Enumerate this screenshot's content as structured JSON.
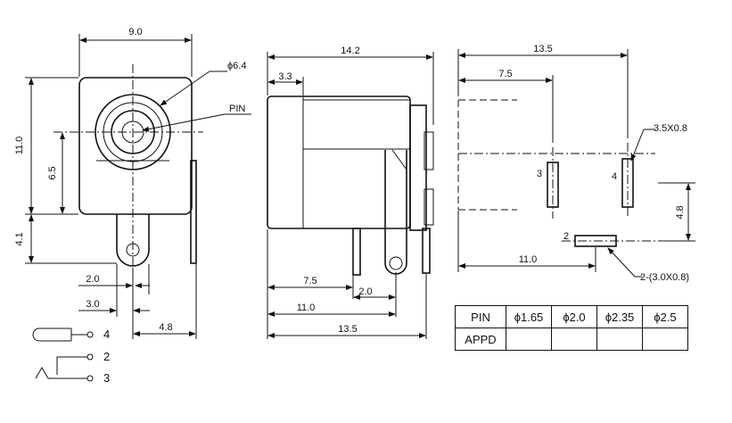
{
  "front_view": {
    "dim_width": "9.0",
    "dim_diameter": "ϕ6.4",
    "label_pin": "PIN",
    "dim_height": "11.0",
    "dim_center_height": "6.5",
    "dim_lower": "4.1",
    "dim_pin_2_0": "2.0",
    "dim_pin_3_0": "3.0",
    "dim_pin_4_8": "4.8"
  },
  "side_view": {
    "dim_length": "14.2",
    "dim_front": "3.3",
    "dim_7_5": "7.5",
    "dim_2_0": "2.0",
    "dim_11_0": "11.0",
    "dim_13_5": "13.5"
  },
  "pcb_layout": {
    "dim_13_5": "13.5",
    "dim_7_5": "7.5",
    "dim_slot": "3.5X0.8",
    "label_3": "3",
    "label_4": "4",
    "dim_4_8": "4.8",
    "label_2": "2",
    "dim_11_0": "11.0",
    "dim_slot2": "2-(3.0X0.8)"
  },
  "schematic": {
    "label_4": "4",
    "label_2": "2",
    "label_3": "3"
  },
  "table": {
    "header": [
      "PIN",
      "ϕ1.65",
      "ϕ2.0",
      "ϕ2.35",
      "ϕ2.5"
    ],
    "row": [
      "APPD",
      "",
      "",
      "",
      ""
    ]
  }
}
